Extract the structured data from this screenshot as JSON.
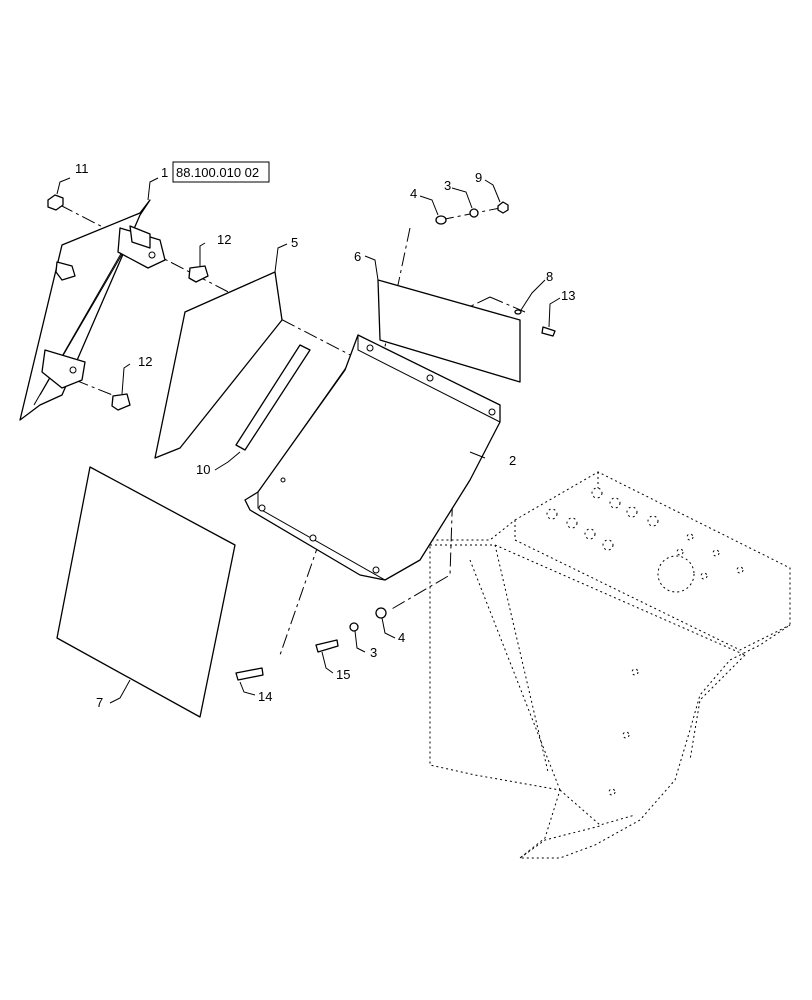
{
  "diagram": {
    "reference_box_text": "88.100.010 02",
    "callouts": [
      {
        "id": "callout-1",
        "label": "1"
      },
      {
        "id": "callout-2",
        "label": "2"
      },
      {
        "id": "callout-3a",
        "label": "3"
      },
      {
        "id": "callout-3b",
        "label": "3"
      },
      {
        "id": "callout-4a",
        "label": "4"
      },
      {
        "id": "callout-4b",
        "label": "4"
      },
      {
        "id": "callout-5",
        "label": "5"
      },
      {
        "id": "callout-6",
        "label": "6"
      },
      {
        "id": "callout-7",
        "label": "7"
      },
      {
        "id": "callout-8",
        "label": "8"
      },
      {
        "id": "callout-9",
        "label": "9"
      },
      {
        "id": "callout-10",
        "label": "10"
      },
      {
        "id": "callout-11",
        "label": "11"
      },
      {
        "id": "callout-12a",
        "label": "12"
      },
      {
        "id": "callout-12b",
        "label": "12"
      },
      {
        "id": "callout-13",
        "label": "13"
      },
      {
        "id": "callout-14",
        "label": "14"
      },
      {
        "id": "callout-15",
        "label": "15"
      }
    ]
  }
}
